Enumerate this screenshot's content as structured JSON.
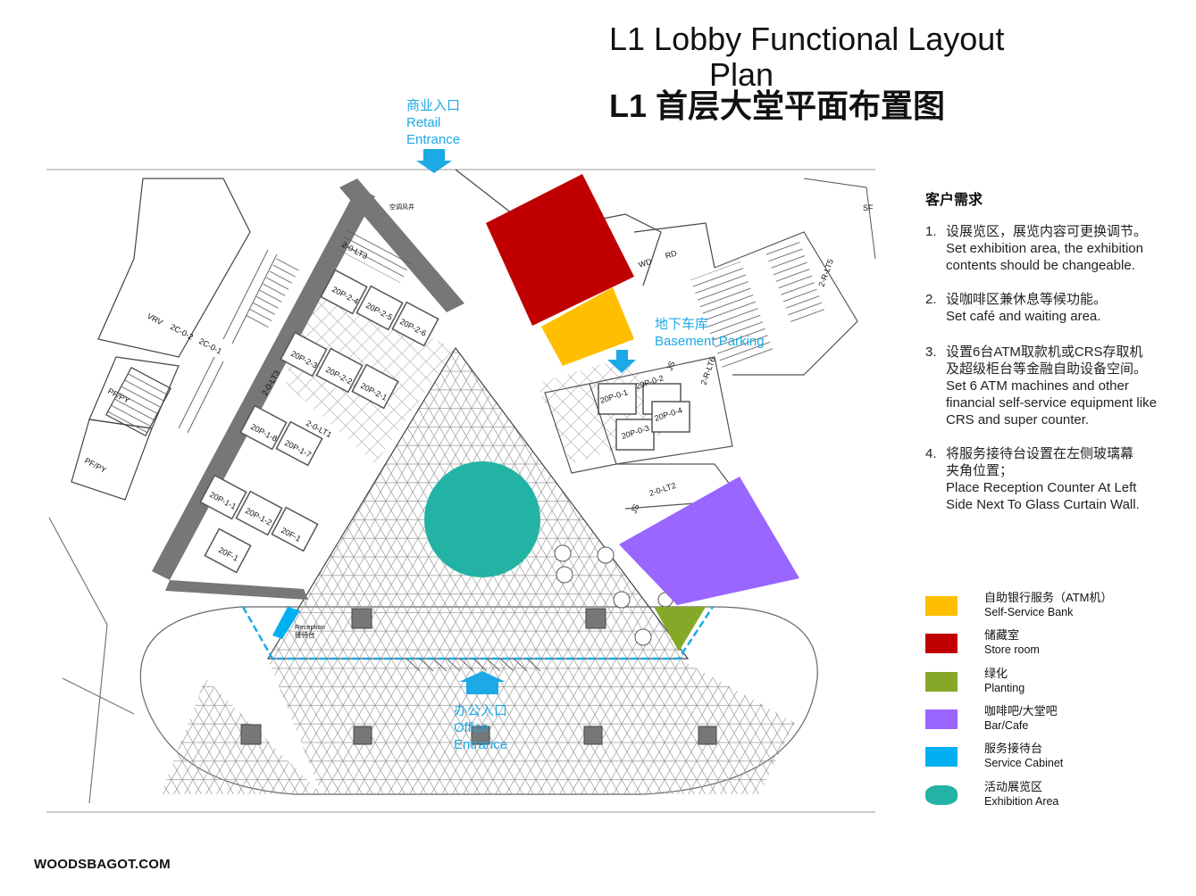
{
  "title": {
    "line1": "L1 Lobby Functional Layout",
    "line2": "Plan",
    "zh": "L1 首层大堂平面布置图"
  },
  "callouts": {
    "retail": {
      "zh": "商业入口",
      "en1": "Retail",
      "en2": "Entrance"
    },
    "parking": {
      "zh": "地下车库",
      "en": "Basement Parking"
    },
    "office": {
      "zh": "办公入口",
      "en1": "Office",
      "en2": "Entrance"
    }
  },
  "plan_labels": {
    "lifts": [
      "20P-2-4",
      "20P-2-5",
      "20P-2-6",
      "20P-2-3",
      "20P-2-2",
      "20P-2-1",
      "20P-1-8",
      "20P-1-7",
      "20P-1-1",
      "20P-1-2",
      "20F-1",
      "20F-1",
      "20P-0-1",
      "20P-0-2",
      "20P-0-3",
      "20P-0-4"
    ],
    "codes": [
      "2-0-LT3",
      "2-0-LT1",
      "2-0-LT2",
      "2-0-LT3",
      "2-R-LT5",
      "2-R-LT6",
      "2C-0-2",
      "2C-0-1",
      "PF/PY",
      "PF/PY",
      "VRV",
      "WD",
      "RD",
      "JS",
      "JS",
      "SF",
      "空调风井"
    ],
    "reception_en": "Reception",
    "reception_zh": "接待台"
  },
  "requirements": {
    "heading": "客户需求",
    "items": [
      {
        "num": "1.",
        "lines": [
          "设展览区，展览内容可更换调节。",
          "Set exhibition area, the exhibition",
          "contents should be changeable."
        ]
      },
      {
        "num": "2.",
        "lines": [
          "设咖啡区兼休息等候功能。",
          "Set café and waiting area."
        ]
      },
      {
        "num": "3.",
        "lines": [
          "设置6台ATM取款机或CRS存取机",
          "及超级柜台等金融自助设备空间。",
          "Set 6 ATM machines and other",
          "financial self-service equipment like",
          "CRS and super counter."
        ]
      },
      {
        "num": "4.",
        "lines": [
          "将服务接待台设置在左侧玻璃幕",
          "夹角位置；",
          "Place Reception Counter At Left",
          "Side Next To Glass Curtain Wall."
        ]
      }
    ]
  },
  "legend": [
    {
      "zh": "自助银行服务（ATM机）",
      "en": "Self-Service Bank",
      "color": "#ffbf00"
    },
    {
      "zh": "储藏室",
      "en": "Store room",
      "color": "#c00000"
    },
    {
      "zh": "绿化",
      "en": "Planting",
      "color": "#86a828"
    },
    {
      "zh": "咖啡吧/大堂吧",
      "en": "Bar/Cafe",
      "color": "#9966ff"
    },
    {
      "zh": "服务接待台",
      "en": "Service Cabinet",
      "color": "#00b0f0"
    },
    {
      "zh": "活动展览区",
      "en": "Exhibition Area",
      "color": "#22b3a4"
    }
  ],
  "brand": "WOODSBAGOT.COM",
  "colors": {
    "callout": "#1ca9e6",
    "wall": "#777777",
    "line": "#444444"
  }
}
